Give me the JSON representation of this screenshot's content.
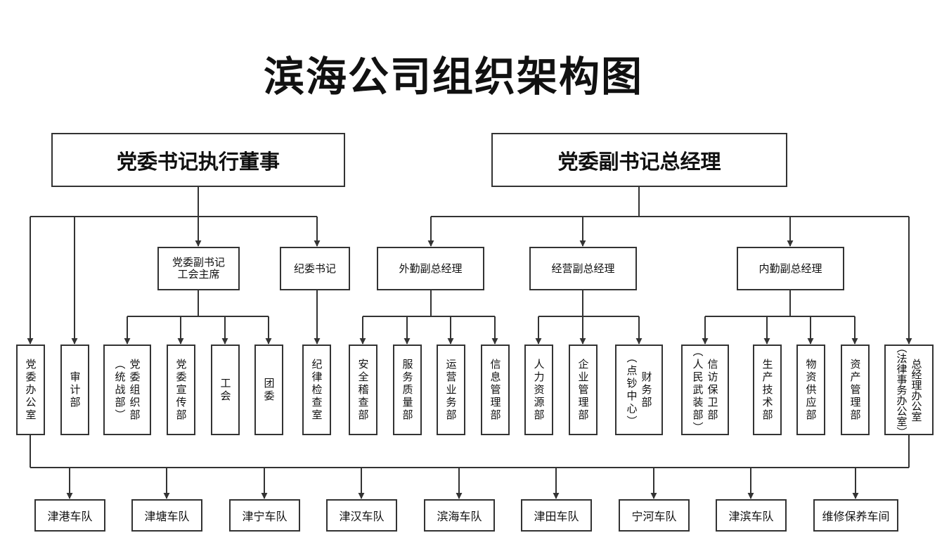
{
  "title": "滨海公司组织架构图",
  "top": {
    "chairman": "党委书记执行董事",
    "gm": "党委副书记总经理"
  },
  "mid": {
    "union": [
      "党委副书记",
      "工会主席"
    ],
    "discipline": "纪委书记",
    "field": "外勤副总经理",
    "business": "经营副总经理",
    "internal": "内勤副总经理"
  },
  "depts": {
    "party_office": [
      "党委办公室"
    ],
    "audit": [
      "审计部"
    ],
    "party_org": [
      "党委组织部",
      "（统战部）"
    ],
    "party_pub": [
      "党委宣传部"
    ],
    "labor_union": [
      "工会"
    ],
    "youth": [
      "团委"
    ],
    "discipline_room": [
      "纪律检查室"
    ],
    "safety": [
      "安全稽查部"
    ],
    "service": [
      "服务质量部"
    ],
    "operation": [
      "运营业务部"
    ],
    "info": [
      "信息管理部"
    ],
    "hr": [
      "人力资源部"
    ],
    "enterprise": [
      "企业管理部"
    ],
    "finance": [
      "财务部",
      "（点钞中心）"
    ],
    "petition": [
      "信访保卫部",
      "（人民武装部）"
    ],
    "production": [
      "生产技术部"
    ],
    "supply": [
      "物资供应部"
    ],
    "asset": [
      "资产管理部"
    ],
    "gm_office": [
      "总经理办公室",
      "（法律事务办公室）"
    ]
  },
  "teams": [
    "津港车队",
    "津塘车队",
    "津宁车队",
    "津汉车队",
    "滨海车队",
    "津田车队",
    "宁河车队",
    "津滨车队",
    "维修保养车间"
  ]
}
